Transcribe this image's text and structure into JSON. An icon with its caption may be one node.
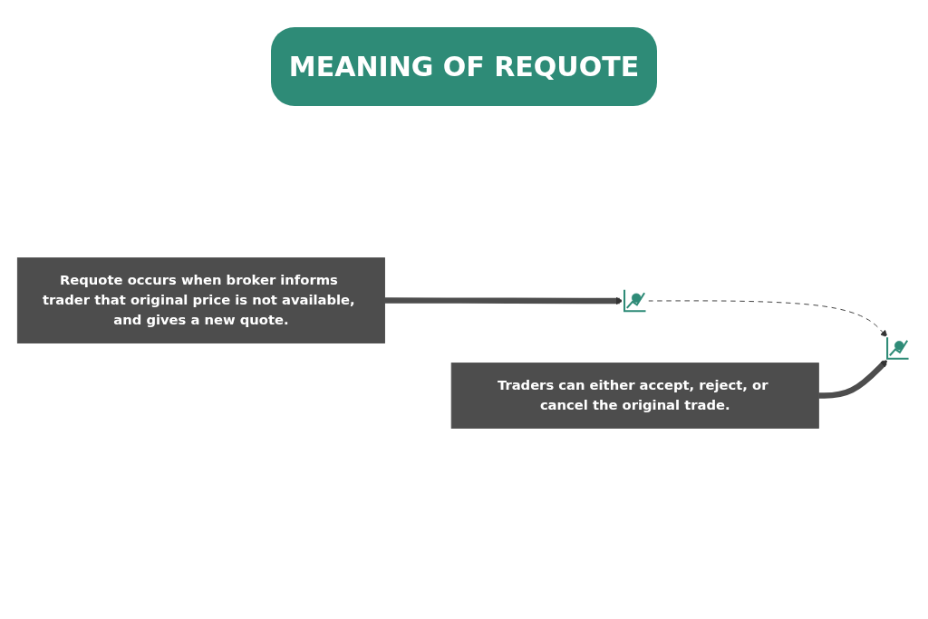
{
  "diagram": {
    "title": "MEANING OF REQUOTE",
    "nodes": [
      {
        "text": [],
        "shape": "picture"
      },
      {
        "text": [],
        "shape": "picture"
      },
      {
        "text": [
          "Requote occurs when broker informs trader that original price is not available, and gives a new quote."
        ]
      },
      {
        "text": [
          "Traders can either accept, reject, or cancel the original trade."
        ]
      }
    ],
    "edges": [
      {
        "from": 0,
        "to": 1,
        "arrow": "to",
        "style": "dashed"
      },
      {
        "from": 2,
        "to": 0,
        "arrow": "to"
      },
      {
        "from": 3,
        "to": 1,
        "arrow": "to"
      }
    ]
  }
}
